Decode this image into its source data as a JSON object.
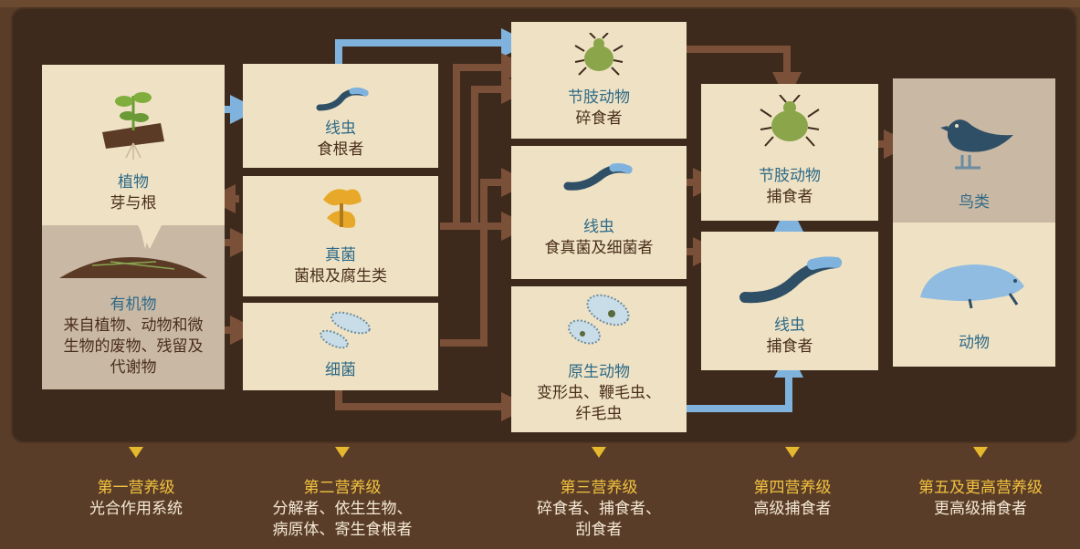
{
  "colors": {
    "accent": "#f2c240",
    "box": "#efe2c4",
    "blue_arrow": "#7fb3de",
    "brown_arrow": "#7a5038"
  },
  "boxes": {
    "plants": {
      "title": "植物",
      "sub": "芽与根"
    },
    "organic": {
      "title": "有机物",
      "lines": [
        "来自植物、动物和微",
        "生物的废物、残留及",
        "代谢物"
      ]
    },
    "root_nematode": {
      "title": "线虫",
      "sub": "食根者"
    },
    "fungi": {
      "title": "真菌",
      "sub": "菌根及腐生类"
    },
    "bacteria": {
      "title": "细菌"
    },
    "shredder": {
      "title": "节肢动物",
      "sub": "碎食者"
    },
    "fungal_nematode": {
      "title": "线虫",
      "sub": "食真菌及细菌者"
    },
    "protozoa": {
      "title": "原生动物",
      "lines": [
        "变形虫、鞭毛虫、",
        "纤毛虫"
      ]
    },
    "predator_arthropod": {
      "title": "节肢动物",
      "sub": "捕食者"
    },
    "predator_nematode": {
      "title": "线虫",
      "sub": "捕食者"
    },
    "birds": {
      "title": "鸟类"
    },
    "animals": {
      "title": "动物"
    }
  },
  "levels": [
    {
      "title": "第一营养级",
      "lines": [
        "光合作用系统"
      ]
    },
    {
      "title": "第二营养级",
      "lines": [
        "分解者、依生生物、",
        "病原体、寄生食根者"
      ]
    },
    {
      "title": "第三营养级",
      "lines": [
        "碎食者、捕食者、",
        "刮食者"
      ]
    },
    {
      "title": "第四营养级",
      "lines": [
        "高级捕食者"
      ]
    },
    {
      "title": "第五及更高营养级",
      "lines": [
        "更高级捕食者"
      ]
    }
  ],
  "icons": [
    "plant-icon",
    "soil-icon",
    "nematode-icon",
    "fungus-icon",
    "bacteria-icon",
    "beetle-icon",
    "protozoa-icon",
    "bird-icon",
    "mole-icon"
  ]
}
